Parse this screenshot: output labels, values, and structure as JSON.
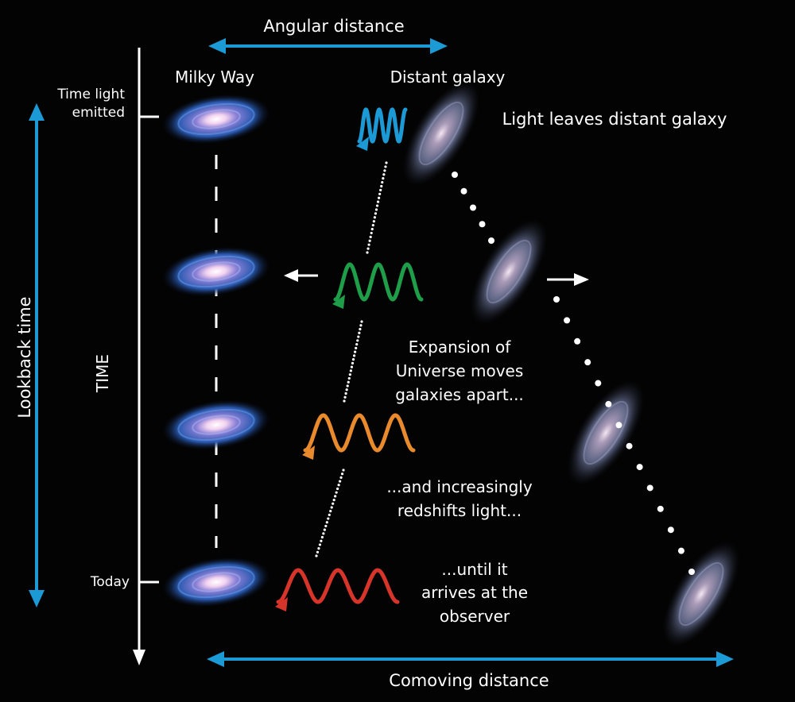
{
  "labels": {
    "angular_distance": "Angular distance",
    "milky_way": "Milky Way",
    "distant_galaxy": "Distant galaxy",
    "time_light_emitted": [
      "Time light",
      "emitted"
    ],
    "today": "Today",
    "lookback_time": "Lookback time",
    "time_axis": "TIME",
    "light_leaves": "Light leaves distant galaxy",
    "expansion": [
      "Expansion of",
      "Universe moves",
      "galaxies apart..."
    ],
    "redshifts": [
      "...and increasingly",
      "redshifts light..."
    ],
    "arrives": [
      "...until it",
      "arrives at the",
      "observer"
    ],
    "comoving_distance": "Comoving distance"
  },
  "colors": {
    "arrow_blue": "#1b9ad6",
    "wave_blue": "#1b9ad6",
    "wave_green": "#1f9e4a",
    "wave_orange": "#e98a2c",
    "wave_red": "#d8352a"
  }
}
